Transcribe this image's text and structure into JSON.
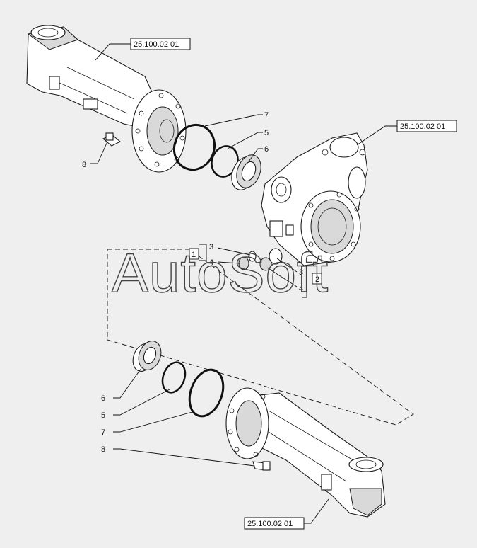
{
  "watermark": "AutoSoft",
  "reference_boxes": [
    {
      "id": "ref-top-left",
      "text": "25.100.02 01"
    },
    {
      "id": "ref-middle-right",
      "text": "25.100.02 01"
    },
    {
      "id": "ref-bottom",
      "text": "25.100.02 01"
    }
  ],
  "callouts": {
    "top_7": "7",
    "top_5": "5",
    "top_6": "6",
    "top_8": "8",
    "mid_1": "1",
    "mid_3a": "3",
    "mid_4a": "4",
    "mid_3b": "3",
    "mid_4b": "4",
    "mid_2": "2",
    "bot_6": "6",
    "bot_5": "5",
    "bot_7": "7",
    "bot_8": "8"
  }
}
